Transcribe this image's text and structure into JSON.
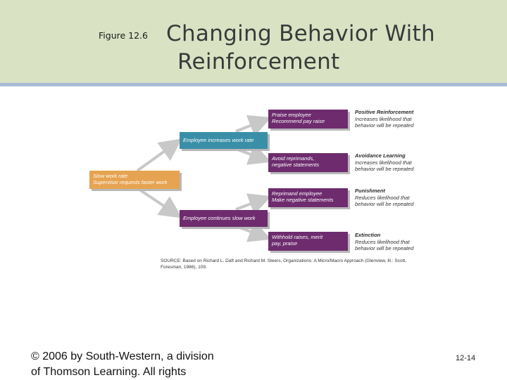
{
  "header": {
    "figure_label": "Figure 12.6",
    "title_line1": "Changing Behavior With",
    "title_line2": "Reinforcement"
  },
  "diagram": {
    "start": {
      "line1": "Slow work rate",
      "line2": "Supervisor requests faster work"
    },
    "branch_up": "Employee increases work rate",
    "branch_down": "Employee continues slow work",
    "actions": [
      {
        "line1": "Praise employee",
        "line2": "Recommend pay raise"
      },
      {
        "line1": "Avoid reprimands,",
        "line2": "negative statements"
      },
      {
        "line1": "Reprimand employee",
        "line2": "Make negative statements"
      },
      {
        "line1": "Withhold raises, merit",
        "line2": "pay, praise"
      }
    ],
    "outcomes": [
      {
        "heading": "Positive Reinforcement",
        "line1": "Increases likelihood that",
        "line2": "behavior will be repeated"
      },
      {
        "heading": "Avoidance Learning",
        "line1": "Increases likelihood that",
        "line2": "behavior will be repeated"
      },
      {
        "heading": "Punishment",
        "line1": "Reduces likelihood that",
        "line2": "behavior will be repeated"
      },
      {
        "heading": "Extinction",
        "line1": "Reduces likelihood that",
        "line2": "behavior will be repeated"
      }
    ],
    "source_line1": "SOURCE: Based on Richard L. Daft and Richard M. Steers, Organizations: A Micro/Macro Approach (Glenview, Ill.: Scott,",
    "source_line2": "Foresman, 1986), 109."
  },
  "footer": {
    "copyright_line1": "© 2006 by South-Western, a division",
    "copyright_line2": "of Thomson Learning.  All rights",
    "page_number": "12-14"
  },
  "colors": {
    "header_bg": "#d9e3c4",
    "start_box": "#e6a351",
    "branch_box": "#3a8fa8",
    "action_box": "#6e2c6e"
  }
}
